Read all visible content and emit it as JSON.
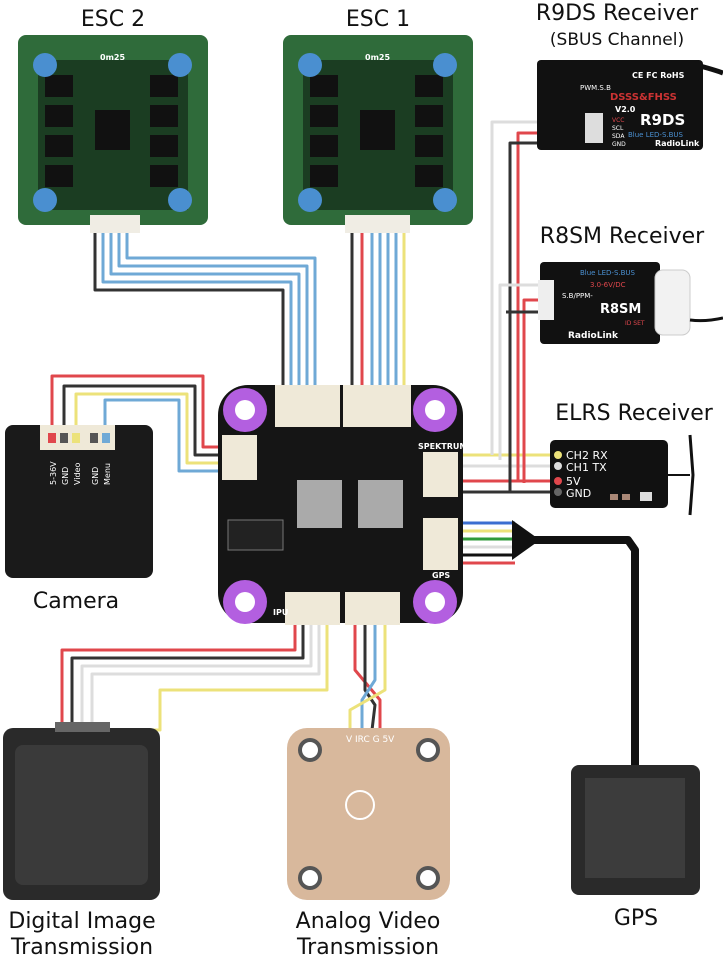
{
  "components": {
    "esc2": {
      "title": "ESC 2",
      "silk": "0m25"
    },
    "esc1": {
      "title": "ESC 1",
      "silk": "0m25"
    },
    "r9ds": {
      "title": "R9DS Receiver",
      "subtitle": "(SBUS Channel)",
      "model": "R9DS",
      "version": "V2.0",
      "brand": "RadioLink",
      "mode": "DSSS&FHSS",
      "silk_pwm": "PWM.S.B",
      "silk_cert": "CE FC RoHS",
      "silk_sbus": "Blue LED-S.BUS",
      "silk_pins": [
        "VCC",
        "SCL",
        "SDA",
        "GND"
      ]
    },
    "r8sm": {
      "title": "R8SM Receiver",
      "model": "R8SM",
      "brand": "RadioLink",
      "silk_led": "Blue LED-S.BUS",
      "silk_volt": "3.0-6V/DC",
      "silk_ppm": "S.B/PPM-",
      "silk_id": "ID SET"
    },
    "elrs": {
      "title": "ELRS Receiver",
      "pins": [
        "CH2 RX",
        "CH1 TX",
        "5V",
        "GND"
      ]
    },
    "fc": {
      "silk_spektrum": "SPEKTRUM",
      "silk_gps": "GPS",
      "silk_ipu": "IPU"
    },
    "camera": {
      "title": "Camera",
      "pins": [
        "5-36V",
        "GND",
        "Video",
        "GND",
        "Menu"
      ]
    },
    "digital_vtx": {
      "title_line1": "Digital Image",
      "title_line2": "Transmission"
    },
    "analog_vtx": {
      "title_line1": "Analog Video",
      "title_line2": "Transmission",
      "pins": "V IRC G 5V"
    },
    "gps": {
      "title": "GPS"
    }
  },
  "colors": {
    "red": "#e0474c",
    "black": "#333333",
    "yellow": "#ece27a",
    "blue": "#6fa9d6",
    "white": "#dddddd",
    "green": "#2f9a3a",
    "fc_mount": "#b35fe0",
    "esc_pcb": "#2f6b3a",
    "vtx_copper": "#d8b89c"
  }
}
